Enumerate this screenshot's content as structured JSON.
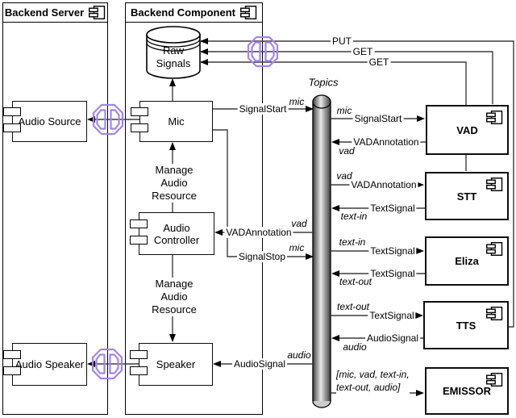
{
  "colors": {
    "edge": "#3d3d3d",
    "accent_purple": "#A184F2",
    "border": "#000000"
  },
  "containers": {
    "server": {
      "title": "Backend Server"
    },
    "component": {
      "title": "Backend Component"
    }
  },
  "nodes": {
    "raw_signals": {
      "label": "Raw\nSignals"
    },
    "mic": {
      "label": "Mic"
    },
    "audio_source": {
      "label": "Audio Source"
    },
    "audio_controller": {
      "label": "Audio Controller"
    },
    "speaker": {
      "label": "Speaker"
    },
    "audio_speaker": {
      "label": "Audio Speaker"
    },
    "vad": {
      "label": "VAD"
    },
    "stt": {
      "label": "STT"
    },
    "eliza": {
      "label": "Eliza"
    },
    "tts": {
      "label": "TTS"
    },
    "emissor": {
      "label": "EMISSOR"
    },
    "topics_bus": {
      "label": "Topics"
    }
  },
  "edge_labels": {
    "put": "PUT",
    "get_vad": "GET",
    "get_stt": "GET",
    "signalstart_to_bus": "SignalStart",
    "signalstart_to_vad": "SignalStart",
    "vadannotation_from_vad": "VADAnnotation",
    "vadannotation_to_stt": "VADAnnotation",
    "vadannotation_to_controller": "VADAnnotation",
    "textsignal_from_stt": "TextSignal",
    "textsignal_to_eliza": "TextSignal",
    "textsignal_from_eliza": "TextSignal",
    "textsignal_to_tts": "TextSignal",
    "audiosignal_from_tts": "AudioSignal",
    "audiosignal_to_speaker": "AudioSignal",
    "signalstop_to_bus": "SignalStop",
    "manage_audio_up": "Manage\nAudio\nResource",
    "manage_audio_down": "Manage\nAudio\nResource"
  },
  "topic_labels": {
    "mic_start_in": "mic",
    "mic_start_out": "mic",
    "vad_out": "vad",
    "vad_in_stt": "vad",
    "vad_in_controller": "vad",
    "mic_stop": "mic",
    "text_in_from_stt": "text-in",
    "text_in_to_eliza": "text-in",
    "text_out_from_eliza": "text-out",
    "text_out_to_tts": "text-out",
    "audio_from_tts": "audio",
    "audio_to_speaker": "audio",
    "emissor_subscribe": "[mic, vad, text-in,\ntext-out, audio]"
  }
}
